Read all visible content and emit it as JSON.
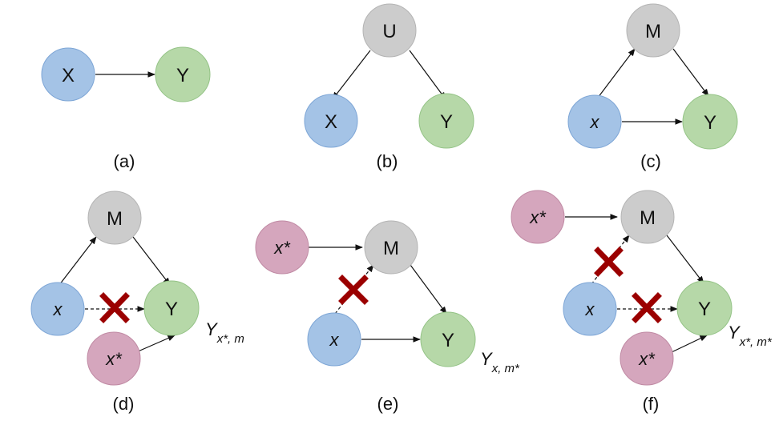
{
  "colors": {
    "blue": "#a4c3e6",
    "blue_stroke": "#7ea6d6",
    "green": "#b6d8a8",
    "green_stroke": "#94c386",
    "gray": "#cccccc",
    "gray_stroke": "#b4b4b4",
    "pink": "#d5a6bd",
    "pink_stroke": "#c08aa4",
    "cross": "#9b0000",
    "arrow": "#111111"
  },
  "panels": {
    "a": {
      "caption": "(a)",
      "nodes": {
        "x": "X",
        "y": "Y"
      }
    },
    "b": {
      "caption": "(b)",
      "nodes": {
        "u": "U",
        "x": "X",
        "y": "Y"
      }
    },
    "c": {
      "caption": "(c)",
      "nodes": {
        "m": "M",
        "x": "x",
        "y": "Y"
      }
    },
    "d": {
      "caption": "(d)",
      "nodes": {
        "m": "M",
        "x": "x",
        "y": "Y",
        "xstar": "x*"
      },
      "annotation": {
        "base": "Y",
        "sub": "x*, m"
      }
    },
    "e": {
      "caption": "(e)",
      "nodes": {
        "m": "M",
        "x": "x",
        "y": "Y",
        "xstar": "x*"
      },
      "annotation": {
        "base": "Y",
        "sub": "x, m*"
      }
    },
    "f": {
      "caption": "(f)",
      "nodes": {
        "m": "M",
        "x": "x",
        "y": "Y",
        "xstar_top": "x*",
        "xstar_bottom": "x*"
      },
      "annotation": {
        "base": "Y",
        "sub": "x*, m*"
      }
    }
  }
}
